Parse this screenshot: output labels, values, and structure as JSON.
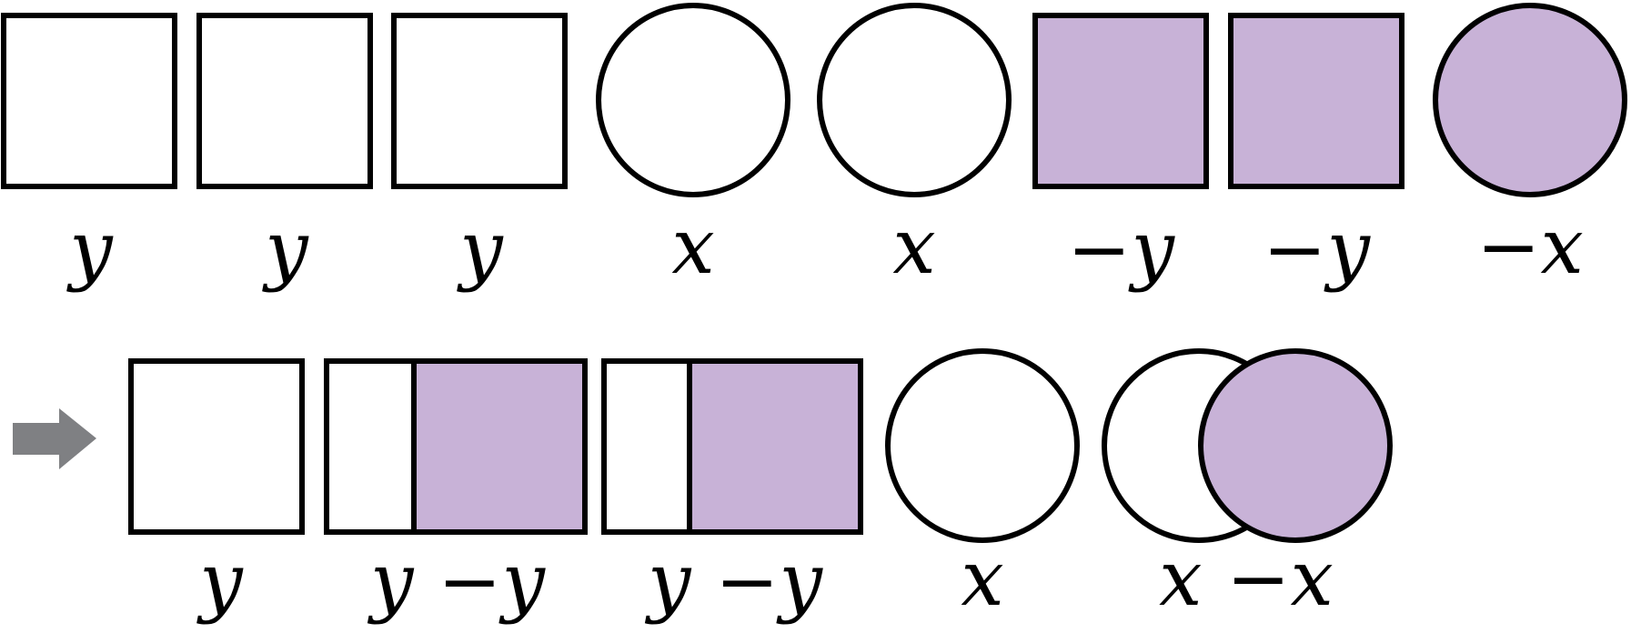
{
  "colors": {
    "stroke": "#000000",
    "positive_fill": "#ffffff",
    "negative_fill": "#c8b2d7",
    "arrow": "#7f8083"
  },
  "top_row": {
    "tiles": [
      {
        "shape": "square",
        "sign": "positive",
        "label": "y"
      },
      {
        "shape": "square",
        "sign": "positive",
        "label": "y"
      },
      {
        "shape": "square",
        "sign": "positive",
        "label": "y"
      },
      {
        "shape": "circle",
        "sign": "positive",
        "label": "x"
      },
      {
        "shape": "circle",
        "sign": "positive",
        "label": "x"
      },
      {
        "shape": "square",
        "sign": "negative",
        "label": "−y"
      },
      {
        "shape": "square",
        "sign": "negative",
        "label": "−y"
      },
      {
        "shape": "circle",
        "sign": "negative",
        "label": "−x"
      }
    ]
  },
  "bottom_row": {
    "arrow_icon": "right-arrow-icon",
    "groups": [
      {
        "kind": "single-square",
        "label": "y"
      },
      {
        "kind": "zero-pair-squares",
        "label": "y −y"
      },
      {
        "kind": "zero-pair-squares",
        "label": "y −y"
      },
      {
        "kind": "single-circle",
        "label": "x"
      },
      {
        "kind": "zero-pair-circles",
        "label": "x −x"
      }
    ]
  }
}
